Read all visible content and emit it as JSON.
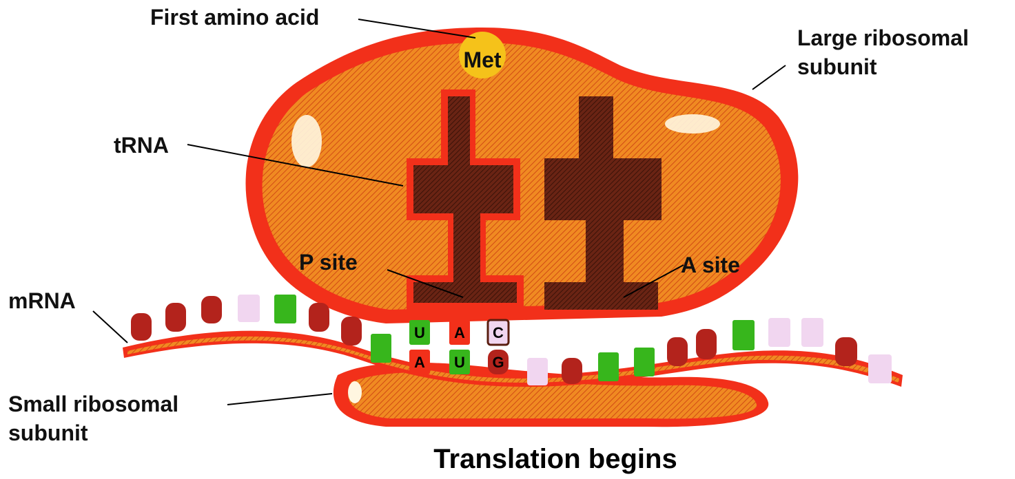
{
  "labels": {
    "first_amino_acid": "First amino acid",
    "met": "Met",
    "large_line1": "Large ribosomal",
    "large_line2": "subunit",
    "trna": "tRNA",
    "p_site": "P site",
    "a_site": "A site",
    "mrna": "mRNA",
    "small_line1": "Small ribosomal",
    "small_line2": "subunit"
  },
  "anticodon": [
    "U",
    "A",
    "C"
  ],
  "codon": [
    "A",
    "U",
    "G"
  ],
  "title": "Translation begins",
  "colors": {
    "ribosome": "#f2301a",
    "ribosome_fill": "#f07a1c",
    "trna": "#5a1e10",
    "met": "#f5c21a",
    "base_red": "#b3231c",
    "base_green": "#37b61c",
    "base_pink": "#f1d6f0"
  }
}
